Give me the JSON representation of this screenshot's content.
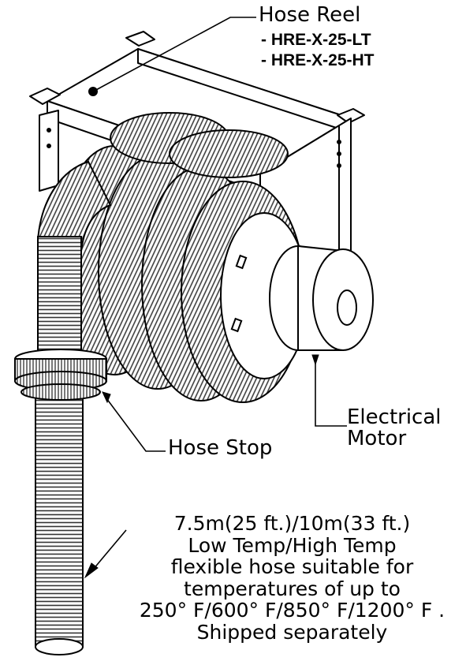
{
  "labels": {
    "hose_reel_title": "Hose Reel",
    "model_lt": "- HRE-X-25-LT",
    "model_ht": "- HRE-X-25-HT",
    "electrical": "Electrical",
    "motor": "Motor",
    "hose_stop": "Hose Stop"
  },
  "description": {
    "line1": "7.5m(25 ft.)/10m(33 ft.)",
    "line2": "Low Temp/High Temp",
    "line3": "flexible hose suitable for",
    "line4": "temperatures of up to",
    "line5": "250° F/600° F/850° F/1200° F .",
    "line6": "Shipped separately"
  },
  "colors": {
    "line": "#000000",
    "background": "#ffffff",
    "ribbing": "#444444"
  }
}
